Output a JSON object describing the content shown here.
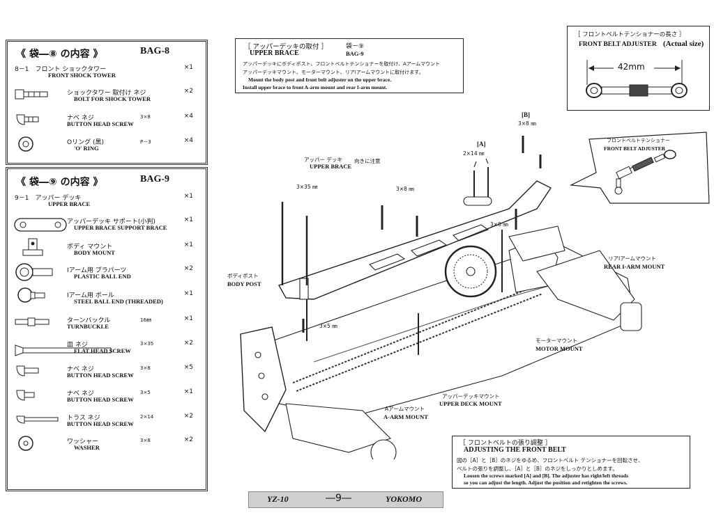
{
  "bag8": {
    "title": "《 袋―⑧ の内容 》",
    "code": "BAG-8",
    "items": [
      {
        "jp": "8－1　フロント ショックタワー",
        "en": "FRONT SHOCK TOWER",
        "spec": "",
        "qty": "×1"
      },
      {
        "jp": "ショックタワー 取付け ネジ",
        "en": "BOLT FOR SHOCK TOWER",
        "spec": "",
        "qty": "×2"
      },
      {
        "jp": "ナベ ネジ",
        "en": "BUTTON HEAD SCREW",
        "spec": "3×8",
        "qty": "×4"
      },
      {
        "jp": "Oリング (黒)",
        "en": "'O' RING",
        "spec": "P－3",
        "qty": "×4"
      }
    ]
  },
  "bag9": {
    "title": "《 袋―⑨ の内容 》",
    "code": "BAG-9",
    "items": [
      {
        "jp": "9－1　アッパー デッキ",
        "en": "UPPER BRACE",
        "spec": "",
        "qty": "×1"
      },
      {
        "jp": "アッパーデッキ サポート(小判)",
        "en": "UPPER BRACE SUPPORT BRACE",
        "spec": "",
        "qty": "×1"
      },
      {
        "jp": "ボディ マウント",
        "en": "BODY MOUNT",
        "spec": "",
        "qty": "×1"
      },
      {
        "jp": "Iアーム用 プラパーツ",
        "en": "PLASTIC BALL END",
        "spec": "",
        "qty": "×2"
      },
      {
        "jp": "Iアーム用 ボール",
        "en": "STEEL BALL END (THREADED)",
        "spec": "",
        "qty": "×1"
      },
      {
        "jp": "ターンバックル",
        "en": "TURNBUCKLE",
        "spec": "16㎜",
        "qty": "×1"
      },
      {
        "jp": "皿 ネジ",
        "en": "FLAT HEAD SCREW",
        "spec": "3×35",
        "qty": "×2"
      },
      {
        "jp": "ナベ ネジ",
        "en": "BUTTON HEAD SCREW",
        "spec": "3×8",
        "qty": "×5"
      },
      {
        "jp": "ナベ ネジ",
        "en": "BUTTON HEAD SCREW",
        "spec": "3×5",
        "qty": "×1"
      },
      {
        "jp": "トラス ネジ",
        "en": "BUTTON HEAD SCREW",
        "spec": "2×14",
        "qty": "×2"
      },
      {
        "jp": "ワッシャー",
        "en": "WASHER",
        "spec": "3×8",
        "qty": "×2"
      }
    ]
  },
  "upper_brace_note": {
    "title_jp": "［ アッパーデッキの取付 ］",
    "bag_jp": "袋－⑨",
    "title_en": "UPPER BRACE",
    "bag_en": "BAG-9",
    "lines_jp": [
      "アッパーデッキにボディポスト、フロントベルトテンショナーを取付け、Aアームマウント",
      "アッパーデッキマウント、モーターマウント、リアIアームマウントに取付けます。"
    ],
    "lines_en": [
      "Mount the body post and front belt adjuster on the upper brace.",
      "Install upper brace to front A-arm mount and rear I-arm mount."
    ]
  },
  "belt_adjuster_box": {
    "title_jp": "［ フロントベルトテンショナーの長さ ］",
    "title_en": "FRONT BELT ADJUSTER",
    "actual": "(Actual size)",
    "dimension": "42mm"
  },
  "inset": {
    "label_jp": "フロントベルトテンショナー",
    "label_en": "FRONT BELT ADJUSTER"
  },
  "callouts": {
    "b_label": "[B]",
    "b_size": "3×8 ㎜",
    "a_label": "[A]",
    "a_size": "2×14 ㎜",
    "upper_brace_jp": "アッパー デッキ",
    "upper_brace_en": "UPPER BRACE",
    "orientation_jp": "向きに注意",
    "s3x35": "3×35 ㎜",
    "s3x8a": "3×8 ㎜",
    "s3x8b": "3×8 ㎜",
    "s3x5": "3×5 ㎜",
    "body_post_jp": "ボディポスト",
    "body_post_en": "BODY POST",
    "rear_jp": "リアIアームマウント",
    "rear_en": "REAR I-ARM MOUNT",
    "motor_jp": "モーターマウント",
    "motor_en": "MOTOR MOUNT",
    "deck_jp": "アッパーデッキマウント",
    "deck_en": "UPPER DECK MOUNT",
    "aarm_jp": "Aアームマウント",
    "aarm_en": "A-ARM MOUNT"
  },
  "adjust_box": {
    "title_jp": "［ フロントベルトの張り調整 ］",
    "title_en": "ADJUSTING THE FRONT BELT",
    "lines_jp": [
      "図の［A］と［B］のネジをゆるめ、フロントベルト テンショナーを回転させ、",
      "ベルトの張りを調整し、［A］と［B］のネジをしっかりとしめます。"
    ],
    "lines_en": [
      "Loosen the screws marked [A] and [B]. The adjuster has right/left threads",
      "so you can adjust the length. Adjust the position and retighten the screws."
    ]
  },
  "footer": {
    "model": "YZ-10",
    "page": "―9―",
    "brand": "YOKOMO"
  }
}
